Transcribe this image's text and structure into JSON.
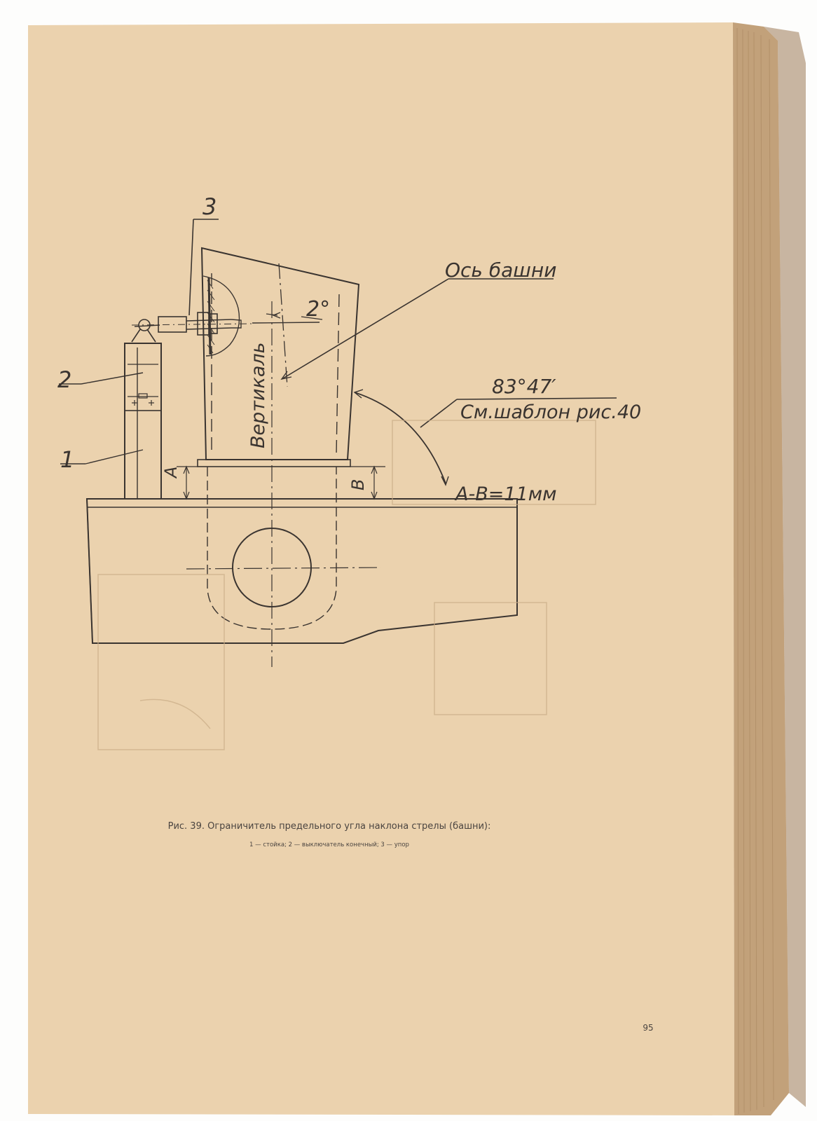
{
  "figure": {
    "labels": {
      "part_3": "3",
      "part_2": "2",
      "part_1": "1",
      "tower_axis": "Ось башни",
      "tilt_angle": "2°",
      "vertical": "Вертикаль",
      "angle_value": "83°47′",
      "template_ref": "См.шаблон рис.40",
      "dim_a": "A",
      "dim_b": "B",
      "difference": "A-B=11мм"
    }
  },
  "caption": {
    "title": "Рис. 39. Ограничитель предельного угла наклона стрелы (башни):",
    "legend": "1 — стойка; 2 — выключатель конечный; 3 — упор"
  },
  "page_number": "95",
  "colors": {
    "paper": "#ecd4b2",
    "ink": "#3a3430",
    "page_edge": "#c8aa84",
    "page_stack": "#b89a74"
  }
}
